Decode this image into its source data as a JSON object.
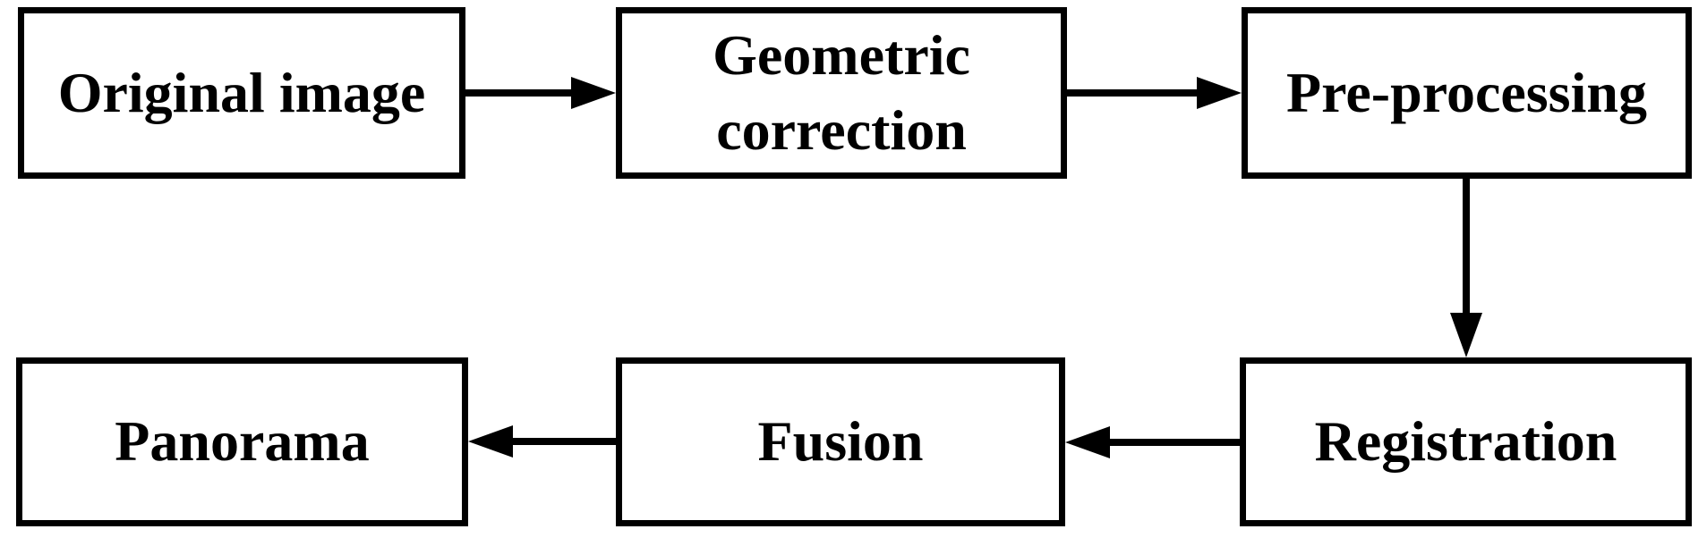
{
  "diagram": {
    "background_color": "#ffffff",
    "line_color": "#000000",
    "nodes": [
      {
        "id": "original-image",
        "label": "Original image"
      },
      {
        "id": "geometric-correction",
        "label": "Geometric correction"
      },
      {
        "id": "pre-processing",
        "label": "Pre-processing"
      },
      {
        "id": "registration",
        "label": "Registration"
      },
      {
        "id": "fusion",
        "label": "Fusion"
      },
      {
        "id": "panorama",
        "label": "Panorama"
      }
    ],
    "edges": [
      {
        "from": "original-image",
        "to": "geometric-correction",
        "direction": "right"
      },
      {
        "from": "geometric-correction",
        "to": "pre-processing",
        "direction": "right"
      },
      {
        "from": "pre-processing",
        "to": "registration",
        "direction": "down"
      },
      {
        "from": "registration",
        "to": "fusion",
        "direction": "left"
      },
      {
        "from": "fusion",
        "to": "panorama",
        "direction": "left"
      }
    ]
  }
}
